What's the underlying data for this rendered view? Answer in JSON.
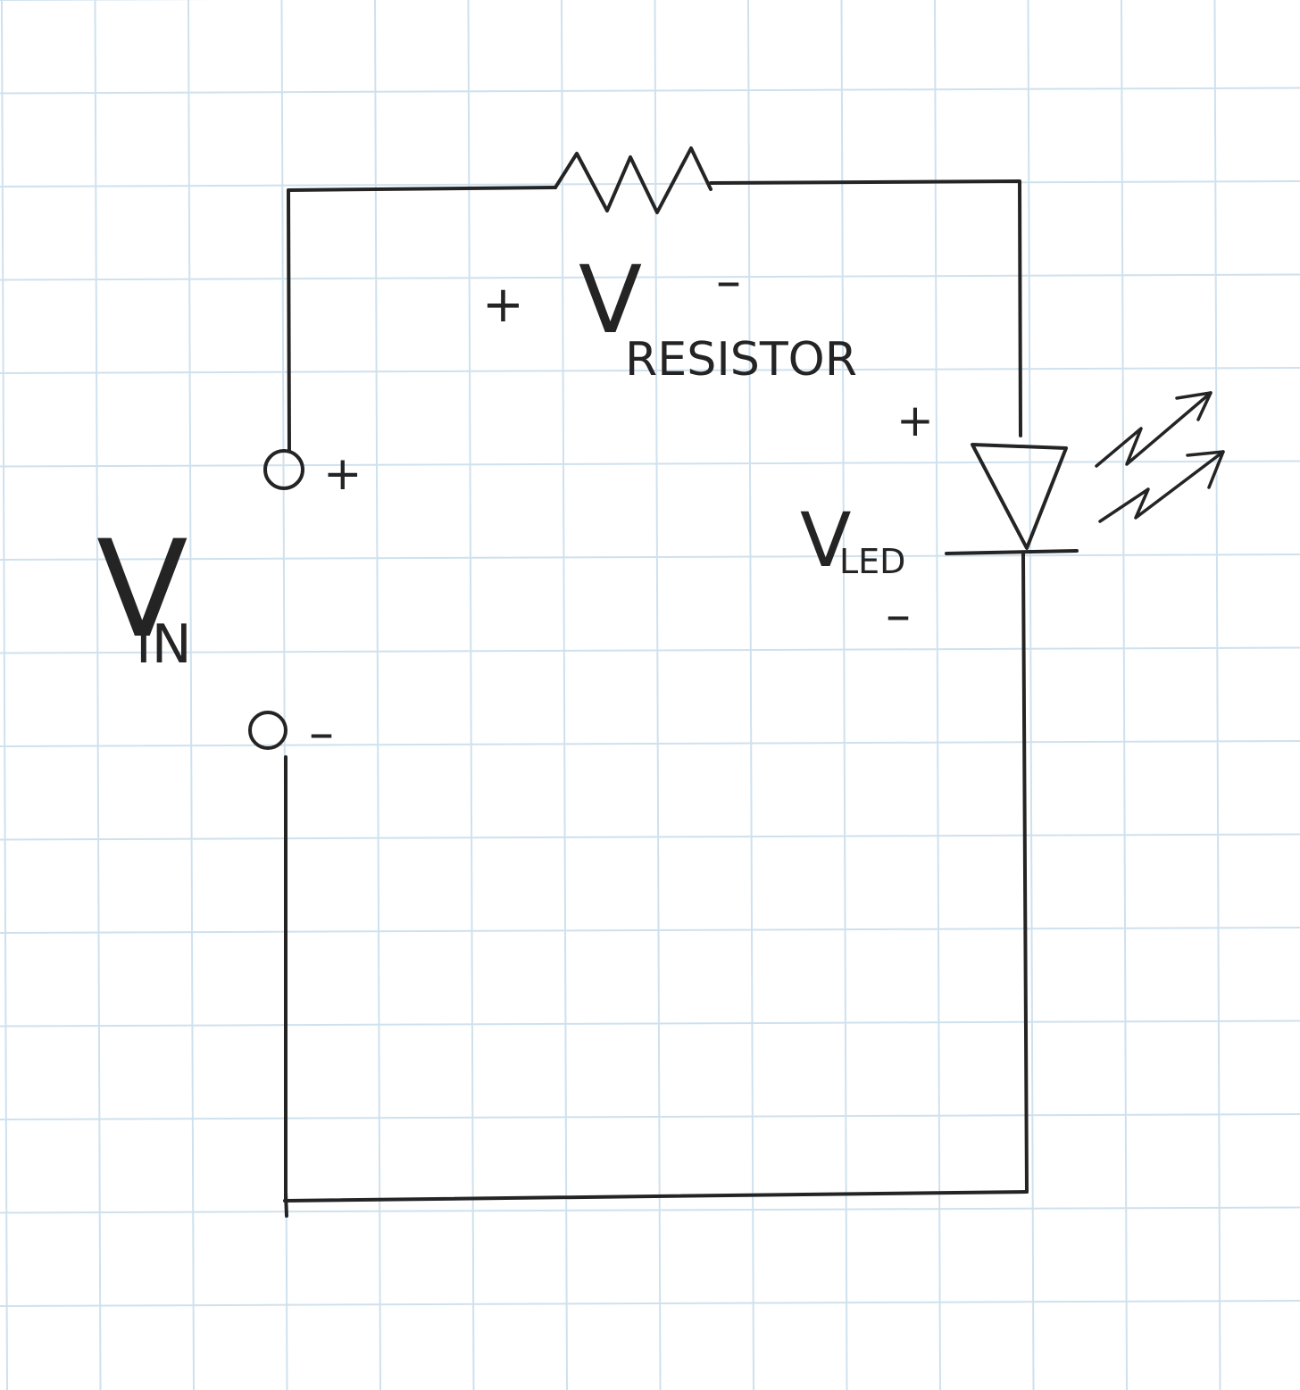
{
  "colors": {
    "paper": "#ffffff",
    "grid": "#cfe1ee",
    "ink": "#242424"
  },
  "labels": {
    "vin_main": "V",
    "vin_sub": "IN",
    "vin_pos": "+",
    "vin_neg": "–",
    "vres_main": "V",
    "vres_sub": "RESISTOR",
    "vres_pos": "+",
    "vres_neg": "–",
    "vled_main": "V",
    "vled_sub": "LED",
    "vled_pos": "+",
    "vled_neg": "–"
  }
}
